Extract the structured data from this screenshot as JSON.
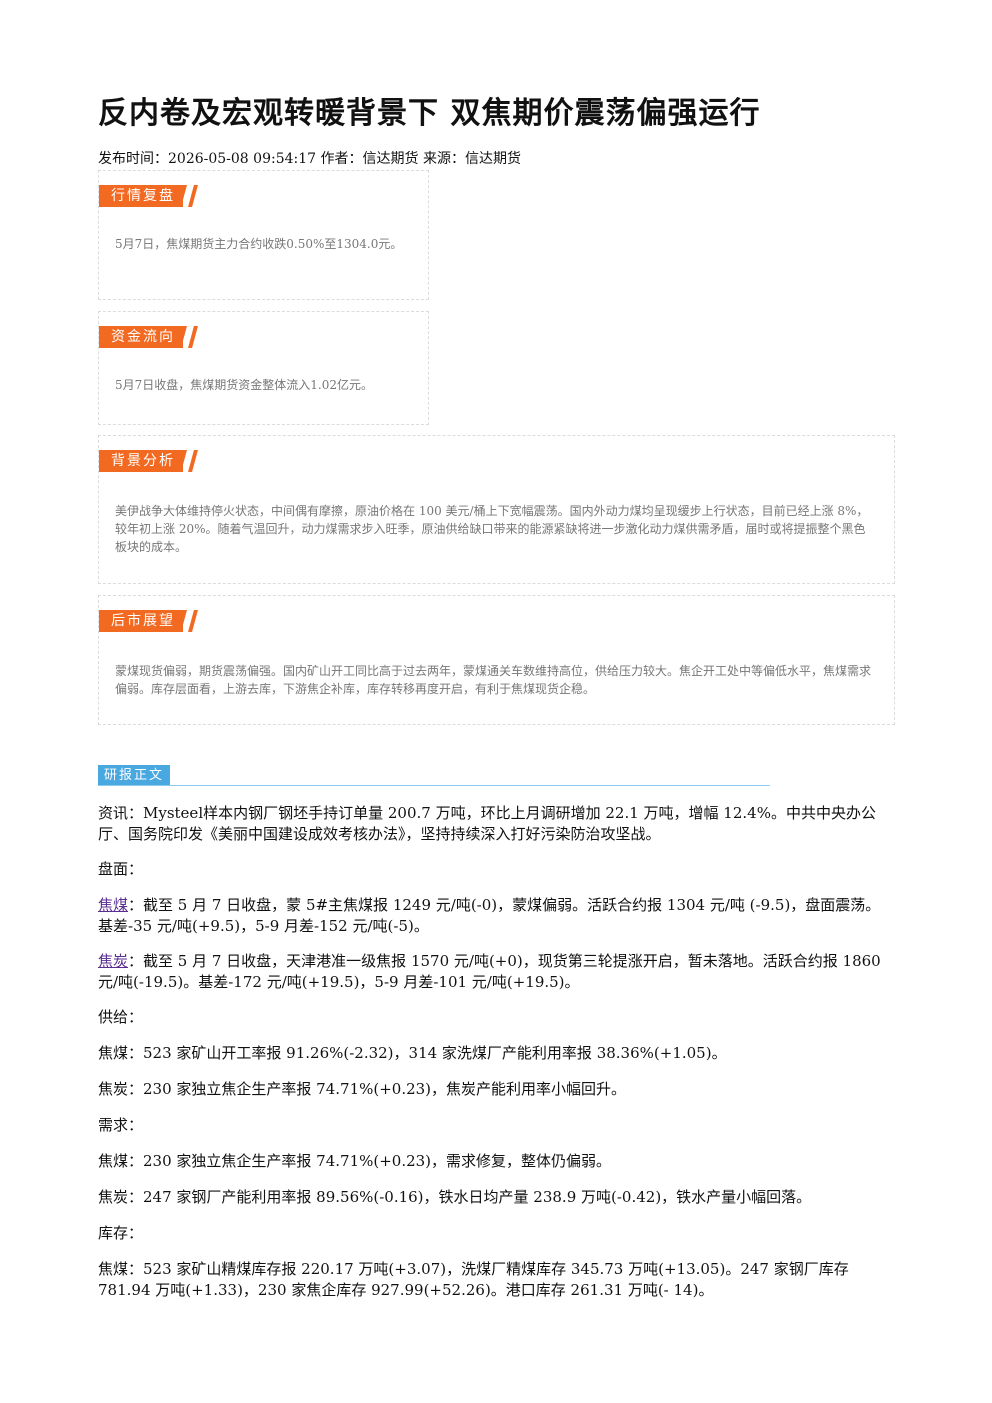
{
  "article": {
    "title": "反内卷及宏观转暖背景下 双焦期价震荡偏强运行",
    "meta": "发布时间：2026-05-08 09:54:17 作者：信达期货 来源：信达期货"
  },
  "cards": [
    {
      "heading": "行情复盘",
      "text": "5月7日，焦煤期货主力合约收跌0.50%至1304.0元。"
    },
    {
      "heading": "资金流向",
      "text": "5月7日收盘，焦煤期货资金整体流入1.02亿元。"
    },
    {
      "heading": "背景分析",
      "text": "美伊战争大体维持停火状态，中间偶有摩擦，原油价格在 100 美元/桶上下宽幅震荡。国内外动力煤均呈现缓步上行状态，目前已经上涨 8%，较年初上涨 20%。随着气温回升，动力煤需求步入旺季，原油供给缺口带来的能源紧缺将进一步激化动力煤供需矛盾，届时或将提振整个黑色板块的成本。"
    },
    {
      "heading": "后市展望",
      "text": "蒙煤现货偏弱，期货震荡偏强。国内矿山开工同比高于过去两年，蒙煤通关车数维持高位，供给压力较大。焦企开工处中等偏低水平，焦煤需求偏弱。库存层面看，上游去库，下游焦企补库，库存转移再度开启，有利于焦煤现货企稳。"
    }
  ],
  "report": {
    "heading": "研报正文",
    "news": "资讯：Mysteel样本内钢厂钢坯手持订单量 200.7 万吨，环比上月调研增加 22.1 万吨，增幅 12.4%。中共中央办公厅、国务院印发《美丽中国建设成效考核办法》，坚持持续深入打好污染防治攻坚战。",
    "panmian_label": "盘面：",
    "coal_kw": "焦煤",
    "coal_text": "：截至 5 月 7 日收盘，蒙 5#主焦煤报 1249 元/吨(-0)，蒙煤偏弱。活跃合约报 1304 元/吨 (-9.5)，盘面震荡。基差-35 元/吨(+9.5)，5-9 月差-152 元/吨(-5)。",
    "coke_kw": "焦炭",
    "coke_text": "：截至 5 月 7 日收盘，天津港准一级焦报 1570 元/吨(+0)，现货第三轮提涨开启，暂未落地。活跃合约报 1860 元/吨(-19.5)。基差-172 元/吨(+19.5)，5-9 月差-101 元/吨(+19.5)。",
    "supply_label": "供给：",
    "supply_coal": "焦煤：523 家矿山开工率报 91.26%(-2.32)，314 家洗煤厂产能利用率报 38.36%(+1.05)。",
    "supply_coke": "焦炭：230 家独立焦企生产率报 74.71%(+0.23)，焦炭产能利用率小幅回升。",
    "demand_label": "需求：",
    "demand_coal": "焦煤：230 家独立焦企生产率报 74.71%(+0.23)，需求修复，整体仍偏弱。",
    "demand_coke": "焦炭：247 家钢厂产能利用率报 89.56%(-0.16)，铁水日均产量 238.9 万吨(-0.42)，铁水产量小幅回落。",
    "stock_label": "库存：",
    "stock_coal": "焦煤：523 家矿山精煤库存报 220.17 万吨(+3.07)，洗煤厂精煤库存 345.73 万吨(+13.05)。247 家钢厂库存 781.94 万吨(+1.33)，230 家焦企库存 927.99(+52.26)。港口库存 261.31 万吨(- 14)。"
  }
}
